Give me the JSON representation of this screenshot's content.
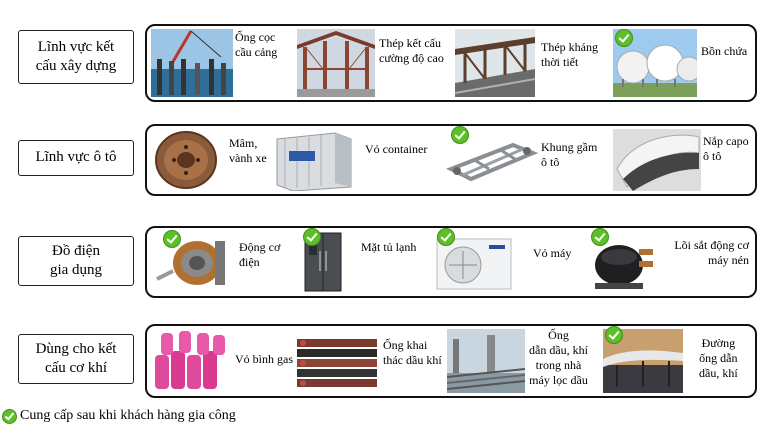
{
  "rows": [
    {
      "label": "Lĩnh vực kết\ncấu xây dựng",
      "items": [
        {
          "caption": "Ống cọc\ncầu cảng",
          "icon": "port-pipe-pile-photo",
          "checked": false
        },
        {
          "caption": "Thép kết cấu\ncường độ cao",
          "icon": "steel-structure-photo",
          "checked": false
        },
        {
          "caption": "Thép kháng\nthời tiết",
          "icon": "steel-bridge-photo",
          "checked": false
        },
        {
          "caption": "Bồn chứa",
          "icon": "storage-tank-photo",
          "checked": true
        }
      ]
    },
    {
      "label": "Lĩnh vực ô tô",
      "items": [
        {
          "caption": "Mâm,\nvành xe",
          "icon": "wheel-rim-photo",
          "checked": false
        },
        {
          "caption": "Vỏ container",
          "icon": "container-photo",
          "checked": false
        },
        {
          "caption": "Khung gầm\nô tô",
          "icon": "car-chassis-photo",
          "checked": true
        },
        {
          "caption": "Nắp capo\nô tô",
          "icon": "car-hood-photo",
          "checked": false
        }
      ]
    },
    {
      "label": "Đồ điện\ngia dụng",
      "items": [
        {
          "caption": "Động cơ\nđiện",
          "icon": "electric-motor-photo",
          "checked": true
        },
        {
          "caption": "Mặt tủ lạnh",
          "icon": "refrigerator-photo",
          "checked": true
        },
        {
          "caption": "Vỏ máy",
          "icon": "ac-unit-photo",
          "checked": true
        },
        {
          "caption": "Lõi sắt động cơ\nmáy nén",
          "icon": "compressor-photo",
          "checked": true
        }
      ]
    },
    {
      "label": "Dùng cho kết\ncấu cơ khí",
      "items": [
        {
          "caption": "Vỏ bình gas",
          "icon": "gas-cylinder-photo",
          "checked": false
        },
        {
          "caption": "Ống khai\nthác dầu khí",
          "icon": "oil-pipe-photo",
          "checked": false
        },
        {
          "caption": "Ống\ndẫn dầu, khí\ntrong nhà\nmáy lọc dầu",
          "icon": "refinery-pipe-photo",
          "checked": false
        },
        {
          "caption": "Đường\nống dẫn\ndầu, khí",
          "icon": "pipeline-photo",
          "checked": true
        }
      ]
    }
  ],
  "legend": {
    "text": "Cung cấp sau khi khách hàng gia công",
    "icon": "checkmark-icon"
  },
  "colors": {
    "check": "#5fbf2a",
    "border": "#111111"
  }
}
